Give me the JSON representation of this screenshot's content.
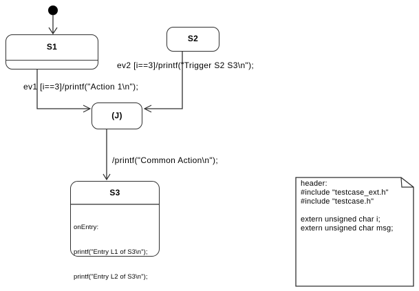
{
  "diagram": {
    "title": "statechart",
    "colors": {
      "line": "#2e2e2e",
      "fill": "#ffffff",
      "text": "#000000",
      "s3_separator": "#7a7a7a"
    },
    "initial_state": {
      "name": "initial-pseudostate"
    },
    "states": {
      "s1": {
        "label": "S1"
      },
      "s2": {
        "label": "S2"
      },
      "junction": {
        "label": "(J)"
      },
      "s3": {
        "label": "S3",
        "body_lines": [
          "onEntry:",
          "printf(\"Entry L1 of S3\\n\");",
          "printf(\"Entry L2 of S3\\n\");"
        ]
      }
    },
    "transitions": {
      "ev1": {
        "label": "ev1 [i==3]/printf(\"Action 1\\n\");",
        "from": "S1",
        "to": "(J)"
      },
      "ev2": {
        "label": "ev2 [i==3]/printf(\"Trigger S2 S3\\n\");",
        "from": "S2",
        "to": "(J)"
      },
      "common": {
        "label": "/printf(\"Common Action\\n\");",
        "from": "(J)",
        "to": "S3"
      }
    },
    "note": {
      "lines": [
        "header:",
        "#include \"testcase_ext.h\"",
        "#include \"testcase.h\"",
        "",
        "extern unsigned char i;",
        "extern unsigned char msg;"
      ]
    }
  }
}
